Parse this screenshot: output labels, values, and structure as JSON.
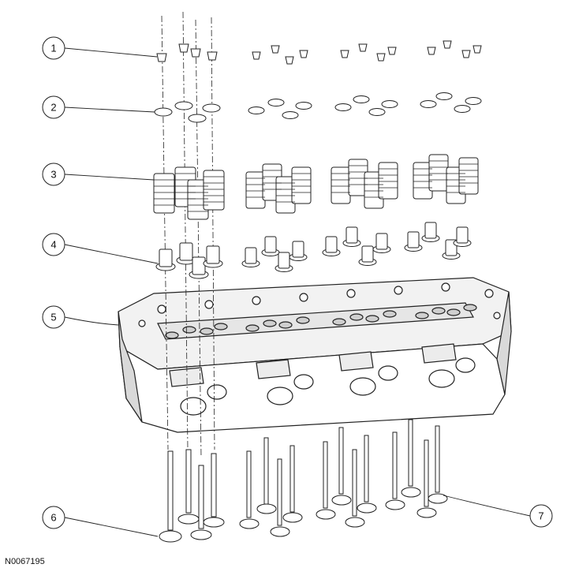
{
  "callouts": {
    "c1": "1",
    "c2": "2",
    "c3": "3",
    "c4": "4",
    "c5": "5",
    "c6": "6",
    "c7": "7"
  },
  "figure_id": "N0067195",
  "colors": {
    "line": "#222222",
    "fill": "#ffffff",
    "shade": "#bdbdbd"
  }
}
